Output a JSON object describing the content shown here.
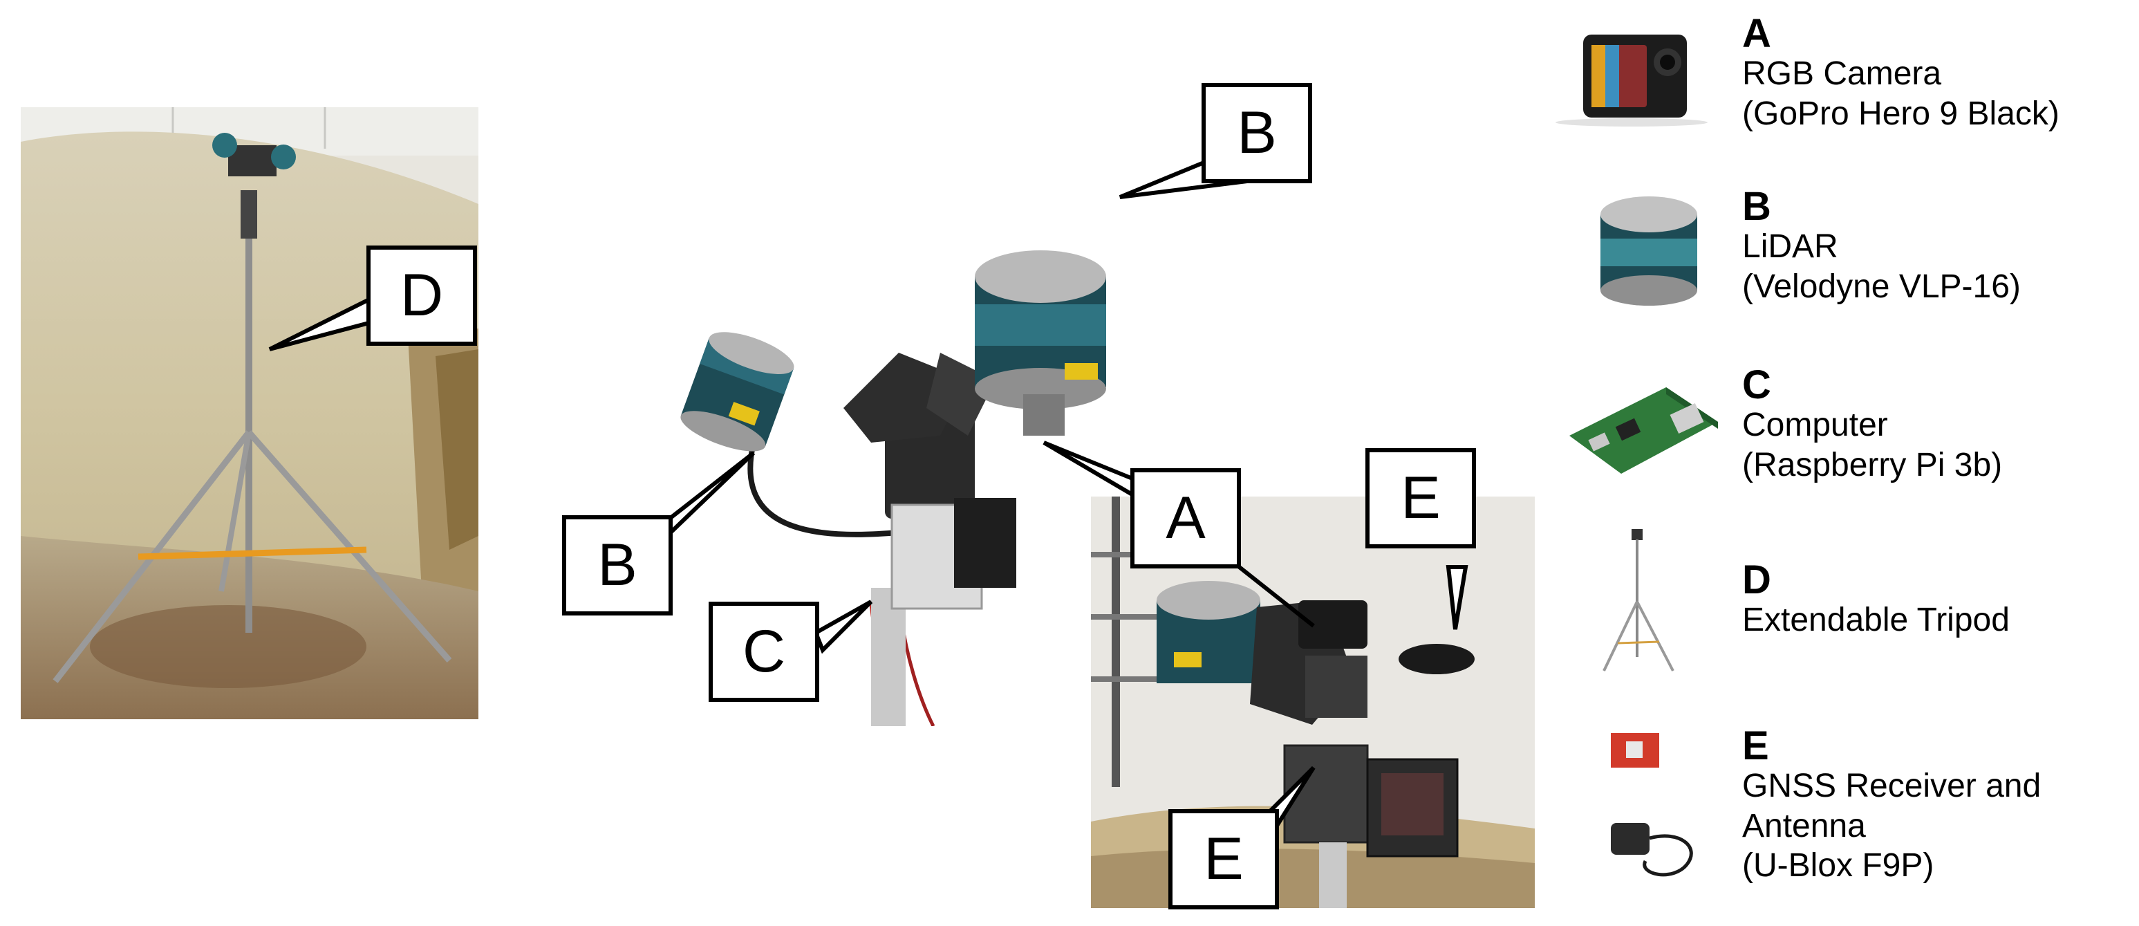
{
  "callouts": {
    "tripod_photo": [
      "D"
    ],
    "sensor_head": [
      "B",
      "B",
      "A",
      "C"
    ],
    "closeup_photo": [
      "E",
      "E"
    ]
  },
  "legend": [
    {
      "letter": "A",
      "lines": [
        "RGB Camera",
        "(GoPro Hero 9 Black)"
      ],
      "icon": "action-camera-icon"
    },
    {
      "letter": "B",
      "lines": [
        "LiDAR",
        "(Velodyne VLP-16)"
      ],
      "icon": "lidar-sensor-icon"
    },
    {
      "letter": "C",
      "lines": [
        "Computer",
        "(Raspberry Pi 3b)"
      ],
      "icon": "circuit-board-icon"
    },
    {
      "letter": "D",
      "lines": [
        "Extendable Tripod"
      ],
      "icon": "tripod-icon"
    },
    {
      "letter": "E",
      "lines": [
        "GNSS Receiver and",
        "Antenna",
        "(U-Blox F9P)"
      ],
      "icon": "gnss-receiver-icon"
    }
  ]
}
